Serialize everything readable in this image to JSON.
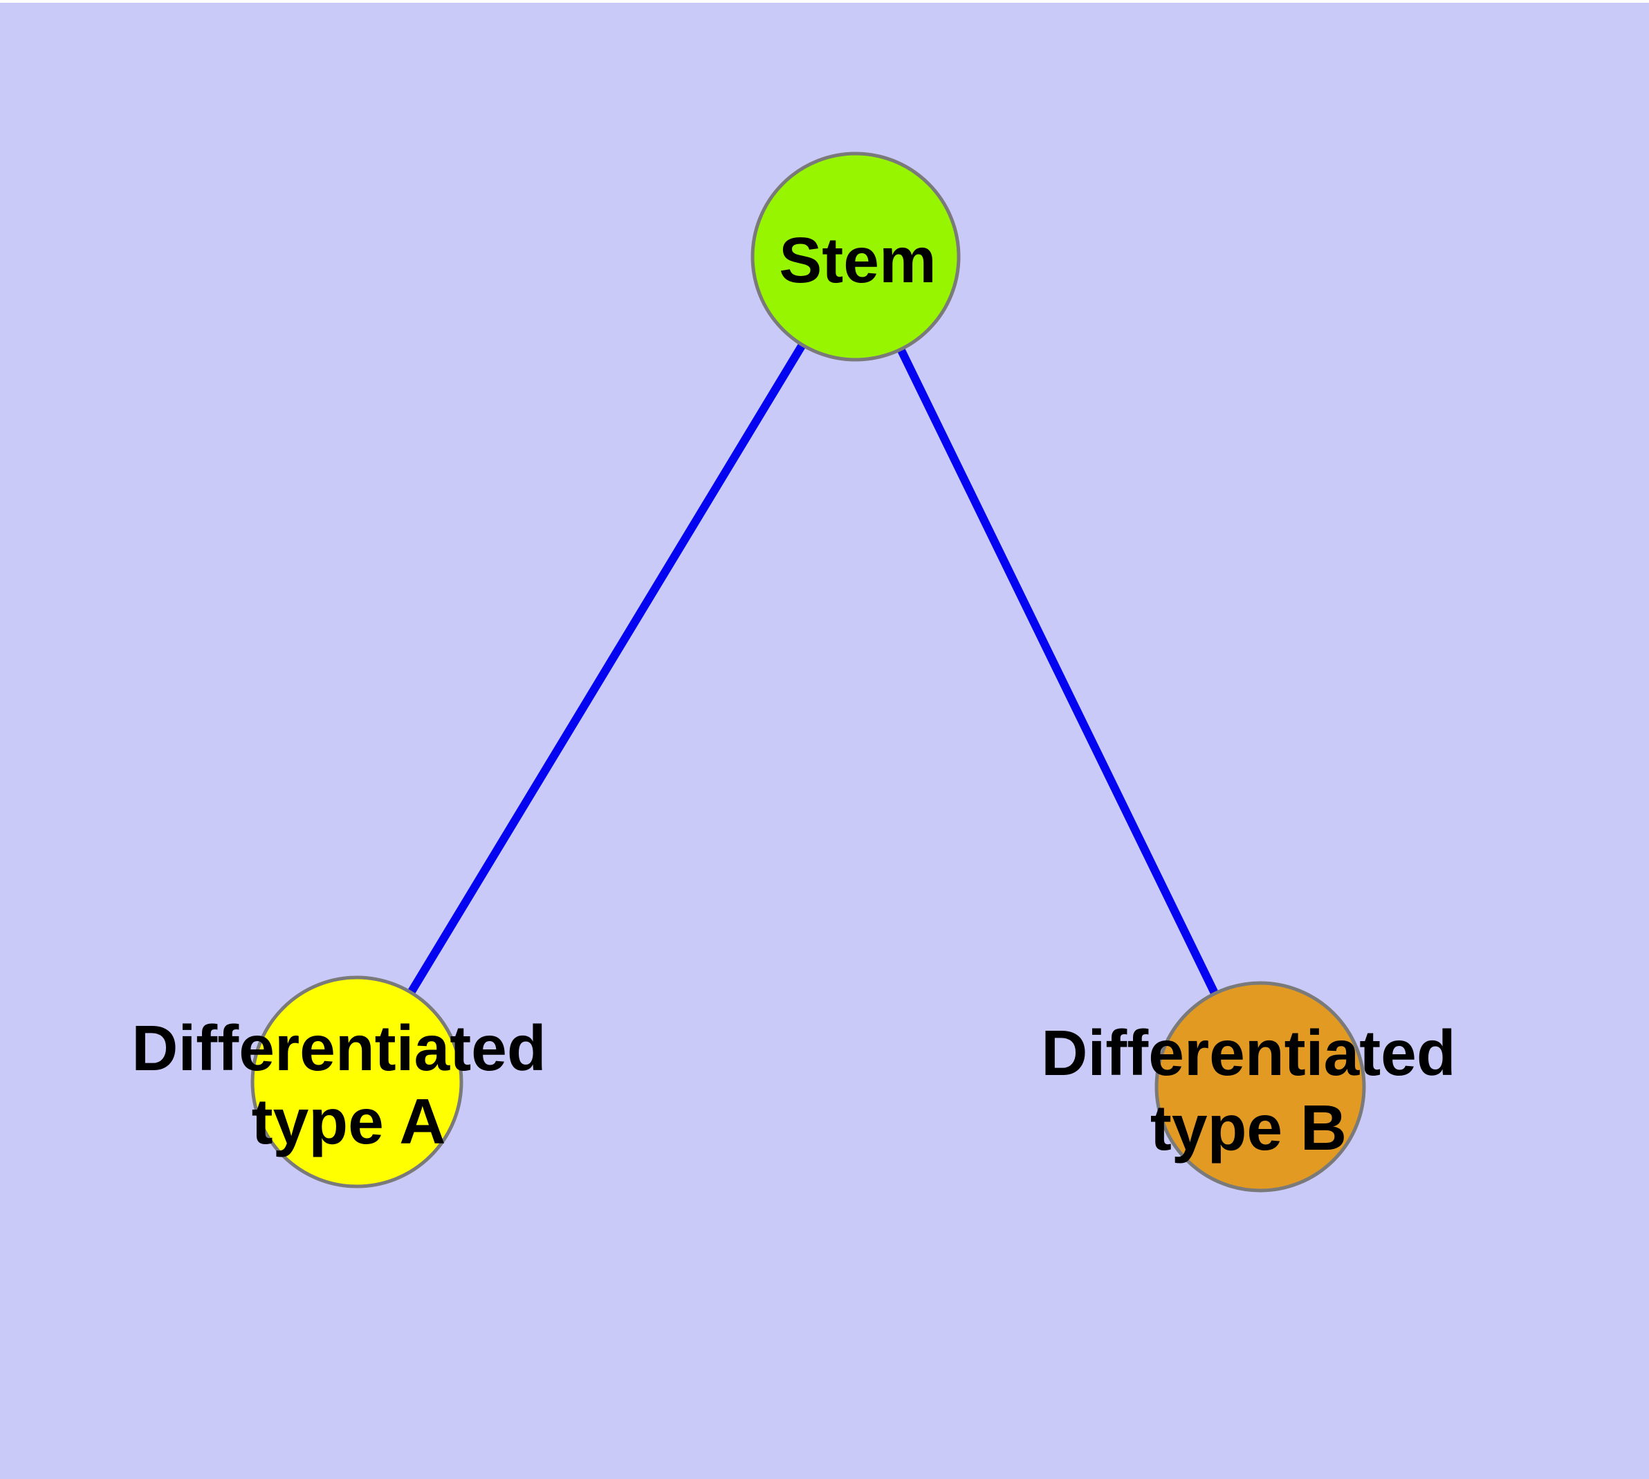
{
  "diagram": {
    "type": "graph",
    "background_color": "#CACAF8",
    "edge_color": "#0404F0",
    "node_border_color": "#7A7A7A",
    "label_color": "#000000",
    "nodes": [
      {
        "id": "stem",
        "label": "Stem",
        "fill_color": "#98F500"
      },
      {
        "id": "differentiated-type-a",
        "label_line1": "Differentiated",
        "label_line2": "type A",
        "label_full": "Differentiated type A",
        "fill_color": "#FFFF00"
      },
      {
        "id": "differentiated-type-b",
        "label_line1": "Differentiated",
        "label_line2": "type B",
        "label_full": "Differentiated type B",
        "fill_color": "#E29A22"
      }
    ],
    "edges": [
      {
        "from": "Stem",
        "to": "Differentiated type A"
      },
      {
        "from": "Stem",
        "to": "Differentiated type B"
      }
    ]
  }
}
